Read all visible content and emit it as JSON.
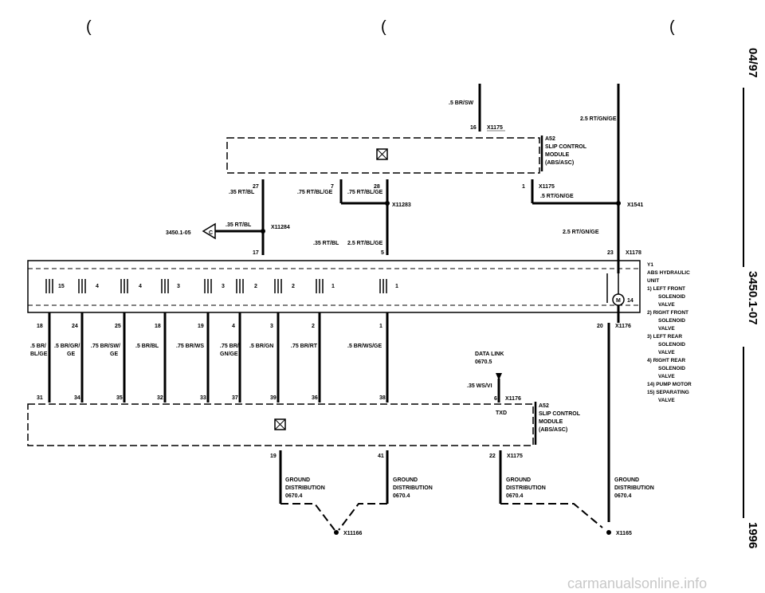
{
  "margin_marks": [
    "(",
    "(",
    "("
  ],
  "side": {
    "date": "04/97",
    "page": "3450.1-07",
    "year": "1996"
  },
  "top_wires": {
    "left_label": ".5 BR/SW",
    "right_label": "2.5 RT/GN/GE",
    "pin16": "16",
    "conn_x1175": "X1175"
  },
  "module_top": {
    "title": "A52",
    "line1": "SLIP CONTROL",
    "line2": "MODULE",
    "line3": "(ABS/ASC)"
  },
  "module_top_pins": {
    "p27": "27",
    "p7": "7",
    "p28": "28",
    "p1": "1"
  },
  "mid_wires": {
    "w27": ".35 RT/BL",
    "w7": ".75 RT/BL/GE",
    "w28": ".75 RT/BL/GE",
    "w1": ".5 RT/GN/GE",
    "x1175b": "X1175",
    "x11283": "X11283",
    "x1541": "X1541",
    "ref": "3450.1-05",
    "c": "C",
    "ref_wire": ".35 RT/BL",
    "x11284": "X11284",
    "rt25": "2.5 RT/GN/GE",
    "bot_a": ".35 RT/BL",
    "bot_b": "2.5 RT/BL/GE",
    "p17": "17",
    "p5": "5",
    "p23": "23",
    "x1178": "X1178"
  },
  "hyd_unit": {
    "title": "Y1",
    "line1": "ABS HYDRAULIC",
    "line2": "UNIT",
    "items": [
      "1)   LEFT FRONT",
      "SOLENOID",
      "VALVE",
      "2)   RIGHT FRONT",
      "SOLENOID",
      "VALVE",
      "3)   LEFT REAR",
      "SOLENOID",
      "VALVE",
      "4)   RIGHT REAR",
      "SOLENOID",
      "VALVE",
      "14) PUMP MOTOR",
      "15) SEPARATING",
      "VALVE"
    ]
  },
  "valve_labels": [
    "15",
    "4",
    "4",
    "3",
    "3",
    "2",
    "2",
    "1",
    "1",
    "14"
  ],
  "lower_pins_top": [
    "18",
    "24",
    "25",
    "18",
    "19",
    "4",
    "3",
    "2",
    "1",
    "20"
  ],
  "lower_x1176": "X1176",
  "lower_wires": [
    ".5 BR/",
    "BL/GE",
    ".5 BR/GR/",
    "GE",
    ".75 BR/SW/",
    "GE",
    ".5 BR/BL",
    ".75 BR/WS",
    ".75 BR/",
    "GN/GE",
    ".5 BR/GN",
    ".75 BR/RT",
    ".5 BR/WS/GE"
  ],
  "data_link": {
    "l1": "DATA LINK",
    "l2": "0670.5",
    "wire": ".35 WS/VI",
    "txd": "TXD",
    "p6": "6",
    "x1176b": "X1176"
  },
  "lower_pins_bot": [
    "31",
    "34",
    "35",
    "32",
    "33",
    "37",
    "39",
    "36",
    "38"
  ],
  "module_bot": {
    "title": "A52",
    "line1": "SLIP CONTROL",
    "line2": "MODULE",
    "line3": "(ABS/ASC)"
  },
  "module_bot_pins": {
    "p19": "19",
    "p41": "41",
    "p22": "22",
    "x1175c": "X1175"
  },
  "grounds": [
    "GROUND",
    "DISTRIBUTION",
    "0670.4"
  ],
  "ground_conn": {
    "x11166": "X11166",
    "x1165": "X1165"
  },
  "watermark": "carmanualsonline.info"
}
